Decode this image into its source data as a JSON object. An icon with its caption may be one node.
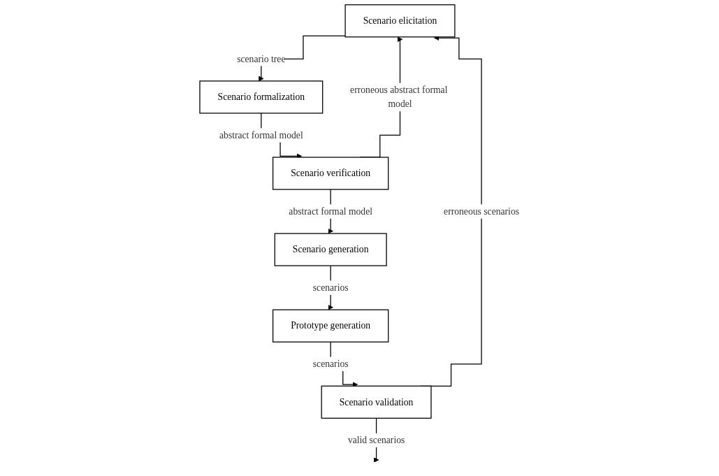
{
  "diagram": {
    "nodes": [
      {
        "text": [
          "Scenario elicitation"
        ]
      },
      {
        "text": [
          "Scenario formalization"
        ]
      },
      {
        "text": [
          "Scenario verification"
        ]
      },
      {
        "text": [
          "Scenario generation"
        ]
      },
      {
        "text": [
          "Prototype generation"
        ]
      },
      {
        "text": [
          "Scenario validation"
        ]
      }
    ],
    "edges": [
      {
        "from": 0,
        "to": 1,
        "arrow": "to",
        "label": "scenario tree"
      },
      {
        "from": 1,
        "to": 2,
        "arrow": "to",
        "label": "abstract formal model"
      },
      {
        "from": 2,
        "to": 0,
        "arrow": "to",
        "label": "erroneous abstract formal model"
      },
      {
        "from": 2,
        "to": 3,
        "arrow": "to",
        "label": "abstract formal model"
      },
      {
        "from": 3,
        "to": 4,
        "arrow": "to",
        "label": "scenarios"
      },
      {
        "from": 4,
        "to": 5,
        "arrow": "to",
        "label": "scenarios"
      },
      {
        "from": 5,
        "to": 0,
        "arrow": "to",
        "label": "erroneous scenarios"
      },
      {
        "from": 5,
        "to": null,
        "arrow": "to",
        "label": "valid scenarios"
      }
    ]
  }
}
